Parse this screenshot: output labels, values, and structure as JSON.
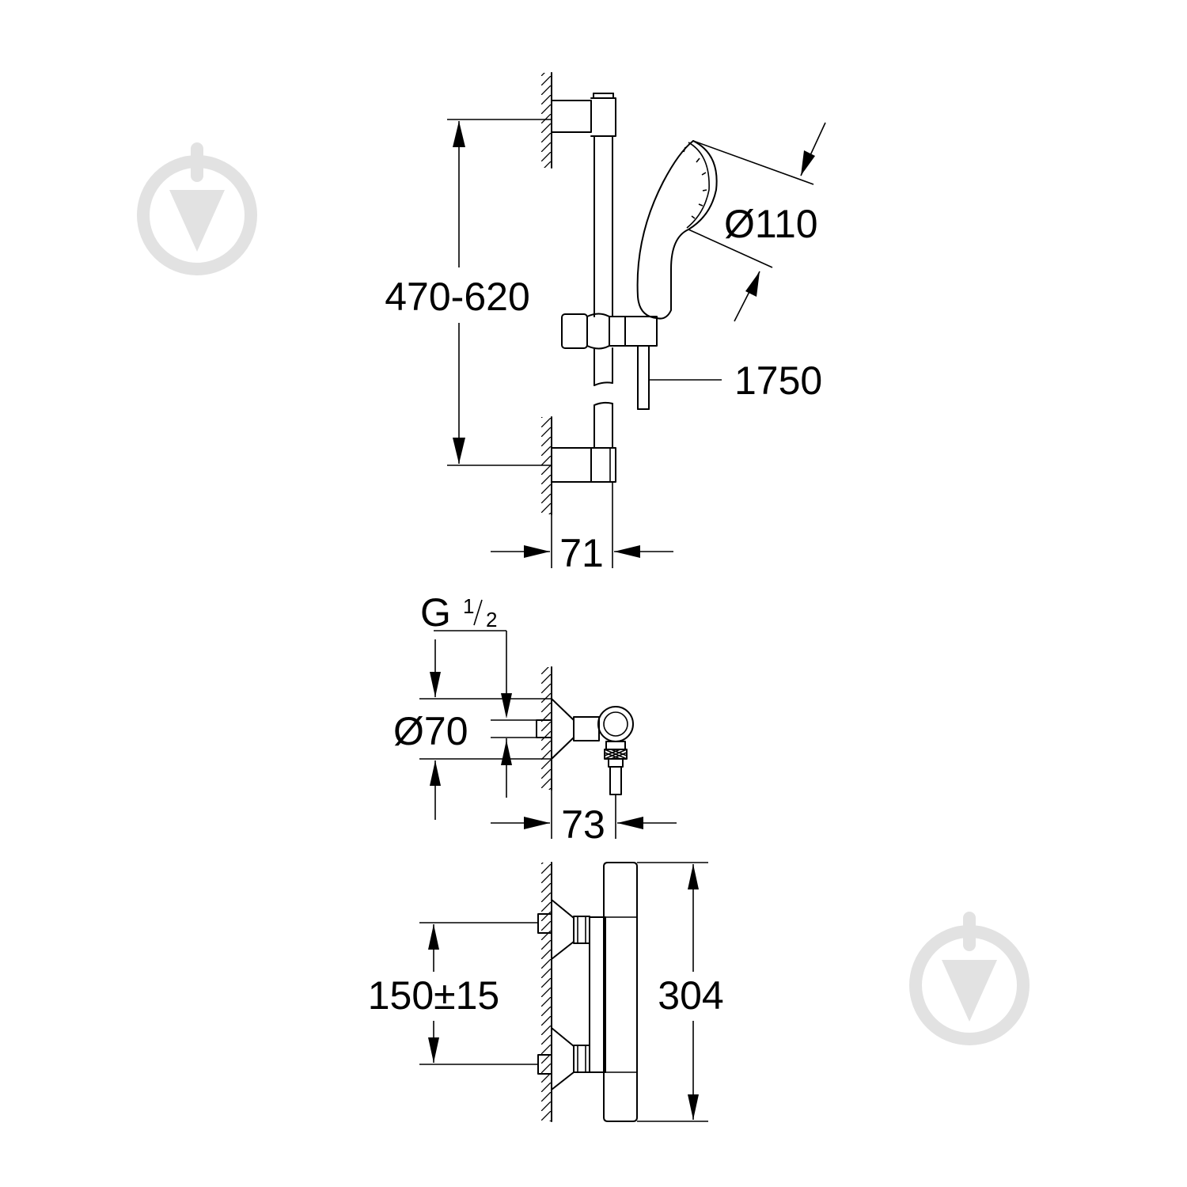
{
  "dimensions": {
    "bracket_spacing": "470-620",
    "handshower_diameter": "Ø110",
    "hose_length": "1750",
    "rail_projection": "71",
    "connection_thread_main": "G",
    "connection_thread_num": "1",
    "connection_thread_den": "2",
    "escutcheon_diameter": "Ø70",
    "mixer_projection": "73",
    "inlet_centres": "150±15",
    "mixer_height": "304"
  },
  "watermark": {
    "icon": "triangle-drop-logo-icon",
    "color": "#e2e2e2"
  },
  "colors": {
    "line": "#000000",
    "background": "#ffffff"
  }
}
